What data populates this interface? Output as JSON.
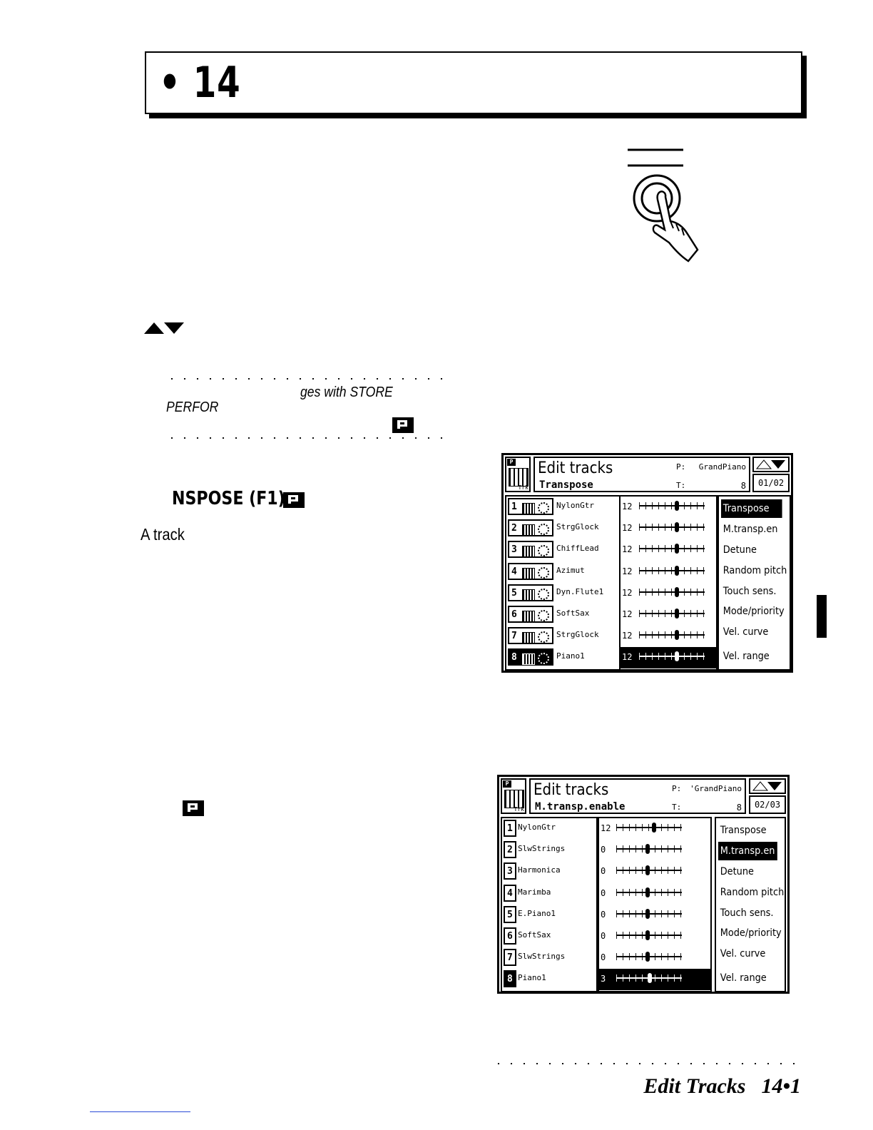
{
  "chapter": {
    "title": "• 14"
  },
  "note": {
    "line1": "ges with STORE",
    "line2": "PERFOR"
  },
  "section": {
    "heading": "NSPOSE (F1)"
  },
  "body": {
    "text": "A track"
  },
  "screen1": {
    "title": "Edit tracks",
    "subtitle": "Transpose",
    "p_label": "P:",
    "p_value": "GrandPiano",
    "t_label": "T:",
    "t_value": "8",
    "page": "01/02",
    "tracks": [
      {
        "num": "1",
        "name": "NylonGtr",
        "value": "12",
        "level": 0.58
      },
      {
        "num": "2",
        "name": "StrgGlock",
        "value": "12",
        "level": 0.58
      },
      {
        "num": "3",
        "name": "ChiffLead",
        "value": "12",
        "level": 0.58
      },
      {
        "num": "4",
        "name": "Azimut",
        "value": "12",
        "level": 0.58
      },
      {
        "num": "5",
        "name": "Dyn.Flute1",
        "value": "12",
        "level": 0.58
      },
      {
        "num": "6",
        "name": "SoftSax",
        "value": "12",
        "level": 0.58
      },
      {
        "num": "7",
        "name": "StrgGlock",
        "value": "12",
        "level": 0.58
      },
      {
        "num": "8",
        "name": "Piano1",
        "value": "12",
        "level": 0.58
      }
    ],
    "menu": [
      "Transpose",
      "M.transp.en",
      "Detune",
      "Random pitch",
      "Touch sens.",
      "Mode/priority",
      "Vel. curve",
      "Vel. range"
    ]
  },
  "screen2": {
    "title": "Edit tracks",
    "subtitle": "M.transp.enable",
    "p_label": "P:",
    "p_value": "'GrandPiano",
    "t_label": "T:",
    "t_value": "8",
    "page": "02/03",
    "tracks": [
      {
        "num": "1",
        "name": "NylonGtr",
        "value": "12",
        "level": 0.58
      },
      {
        "num": "2",
        "name": "SlwStrings",
        "value": "0",
        "level": 0.48
      },
      {
        "num": "3",
        "name": "Harmonica",
        "value": "0",
        "level": 0.48
      },
      {
        "num": "4",
        "name": "Marimba",
        "value": "0",
        "level": 0.48
      },
      {
        "num": "5",
        "name": "E.Piano1",
        "value": "0",
        "level": 0.48
      },
      {
        "num": "6",
        "name": "SoftSax",
        "value": "0",
        "level": 0.48
      },
      {
        "num": "7",
        "name": "SlwStrings",
        "value": "0",
        "level": 0.48
      },
      {
        "num": "8",
        "name": "Piano1",
        "value": "3",
        "level": 0.51
      }
    ],
    "menu": [
      "Transpose",
      "M.transp.en",
      "Detune",
      "Random pitch",
      "Touch sens.",
      "Mode/priority",
      "Vel. curve",
      "Vel. range"
    ]
  },
  "footer": {
    "title": "Edit Tracks",
    "page": "14•1"
  }
}
